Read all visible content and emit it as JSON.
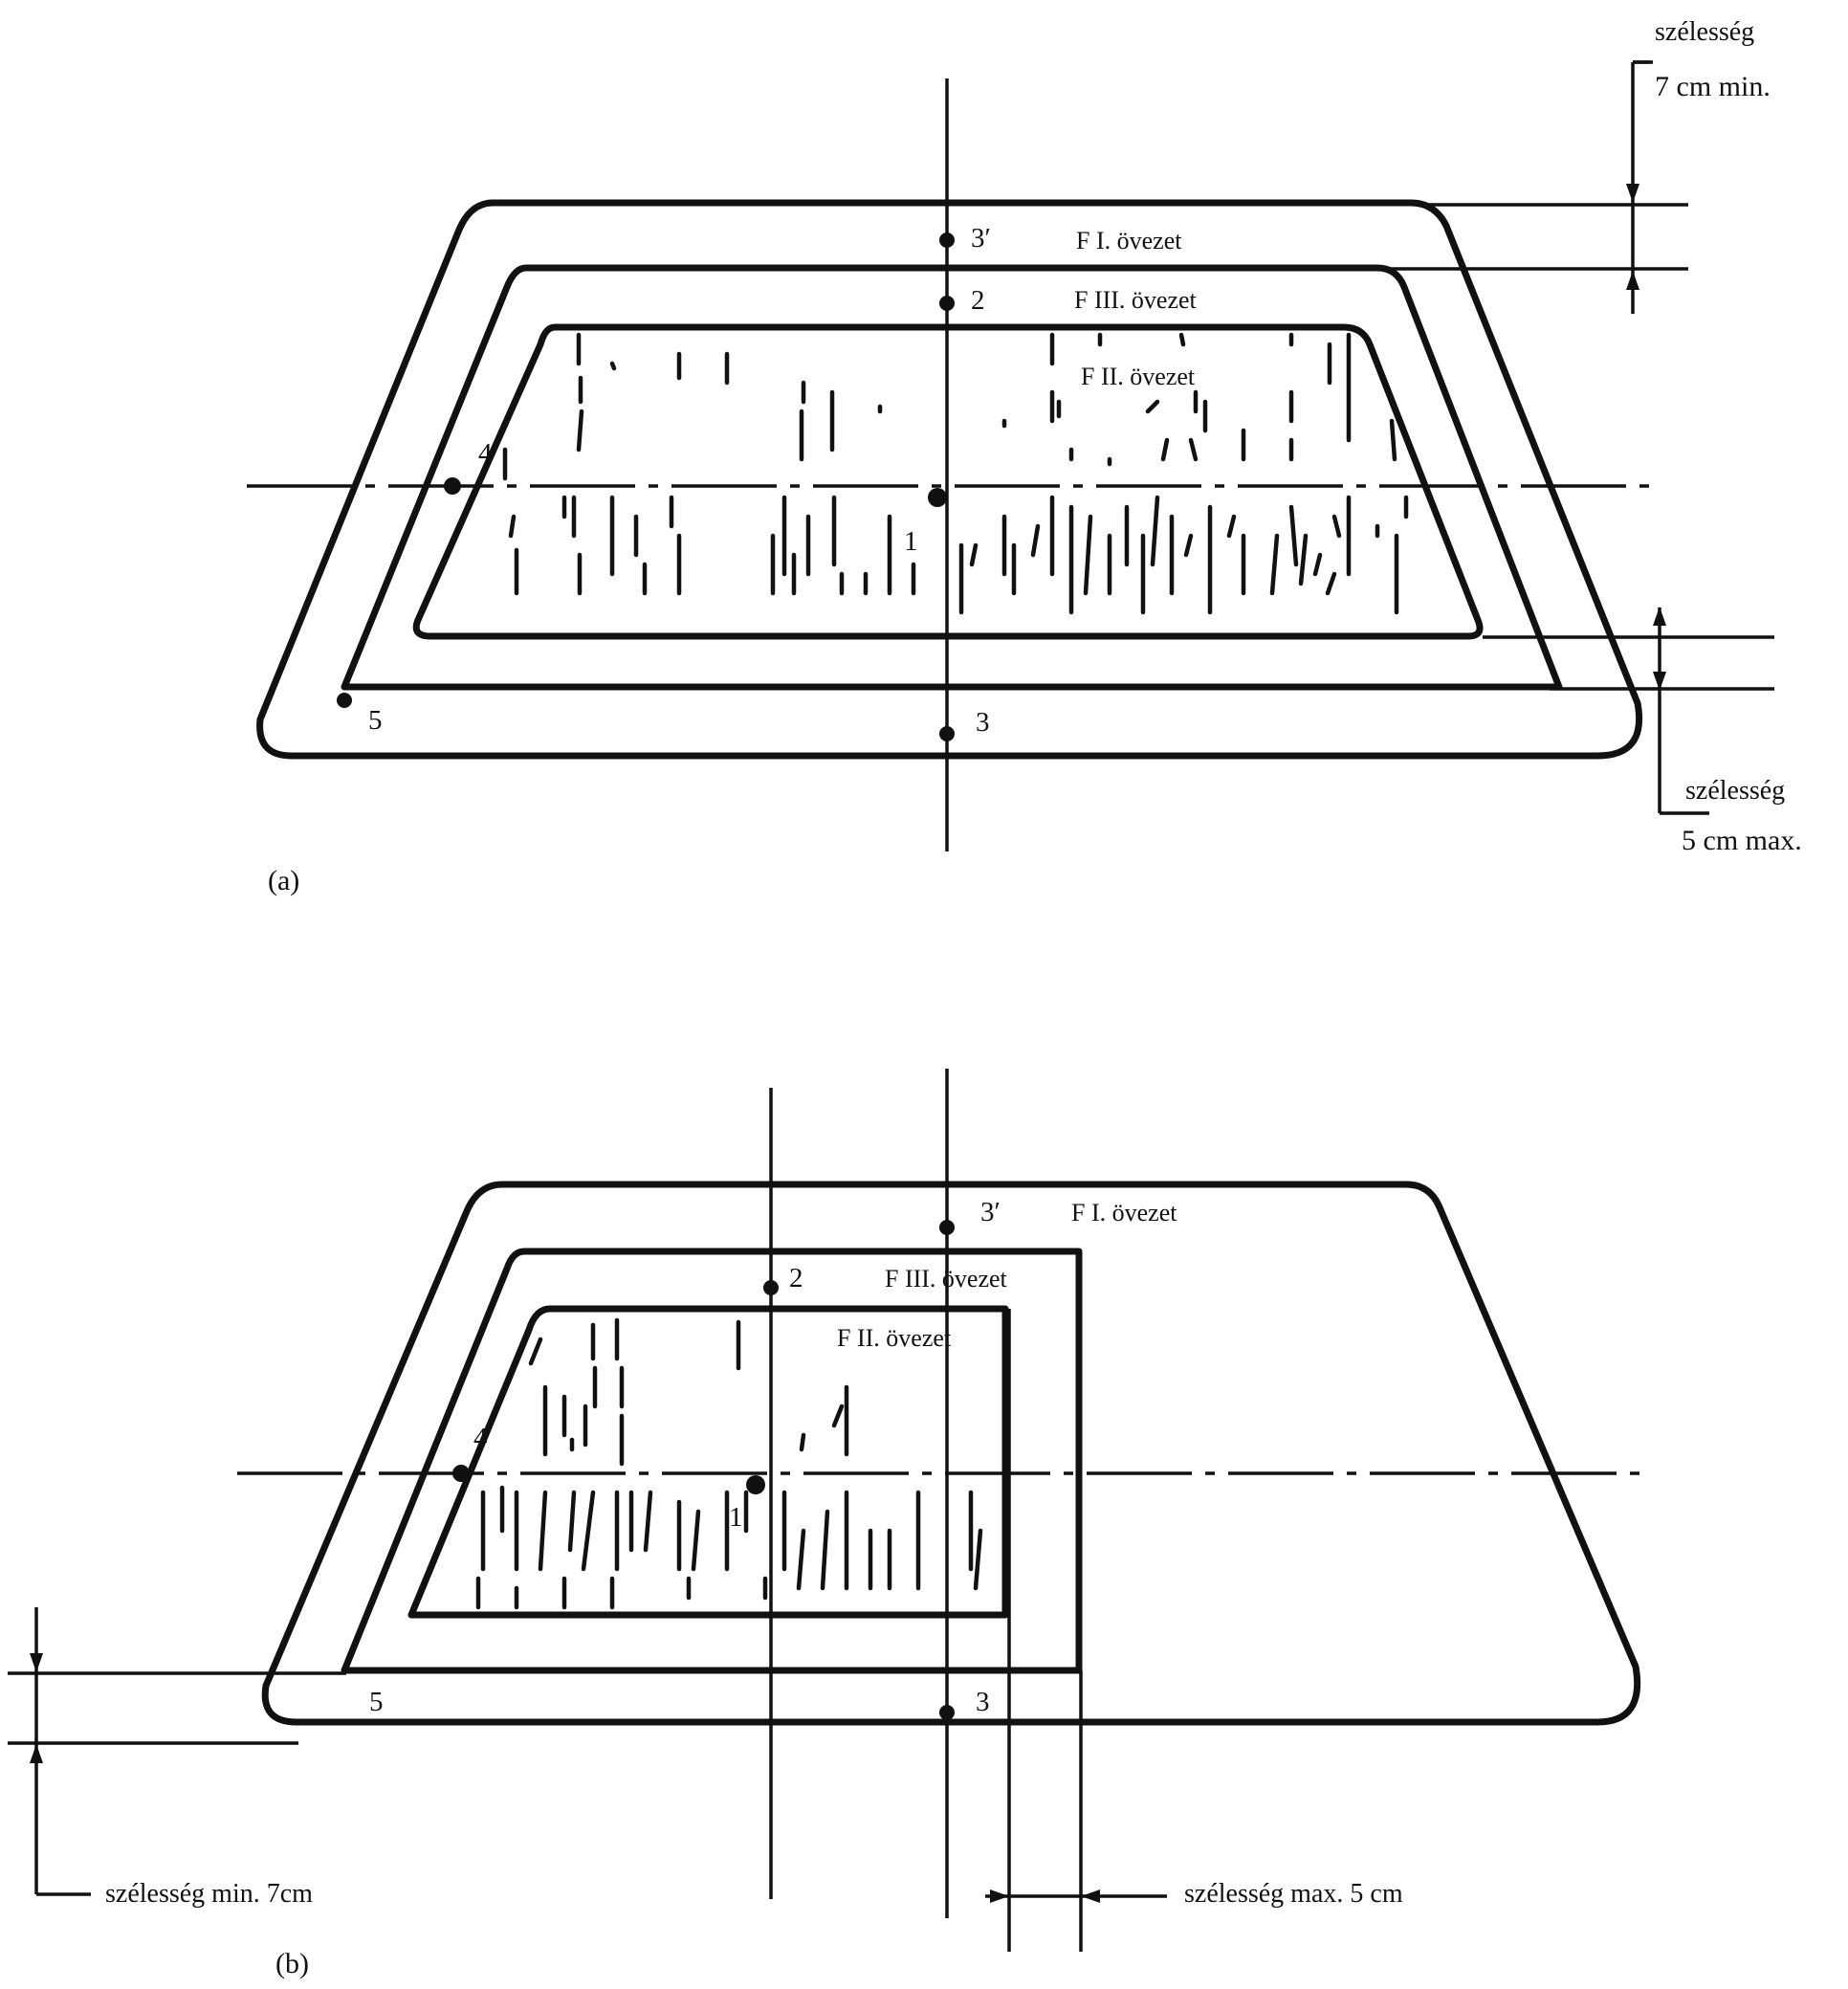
{
  "figure_a": {
    "caption": "(a)",
    "zones": {
      "zone_1": "F I. övezet",
      "zone_3": "F III. övezet",
      "zone_2": "F II. övezet"
    },
    "points": {
      "p1": "1",
      "p2": "2",
      "p3": "3",
      "p3_prime": "3′",
      "p4": "4",
      "p5": "5"
    },
    "dimensions": {
      "top_label": "szélesség",
      "top_value": "7 cm min.",
      "bottom_label": "szélesség",
      "bottom_value": "5 cm max."
    }
  },
  "figure_b": {
    "caption": "(b)",
    "zones": {
      "zone_1": "F I. övezet",
      "zone_3": "F III. övezet",
      "zone_2": "F II. övezet"
    },
    "points": {
      "p1": "1",
      "p2": "2",
      "p3": "3",
      "p3_prime": "3′",
      "p4": "4",
      "p5": "5"
    },
    "dimensions": {
      "left_value": "szélesség min. 7cm",
      "right_value": "szélesség max. 5 cm"
    }
  },
  "colors": {
    "ink": "#111111",
    "paper": "#ffffff"
  }
}
